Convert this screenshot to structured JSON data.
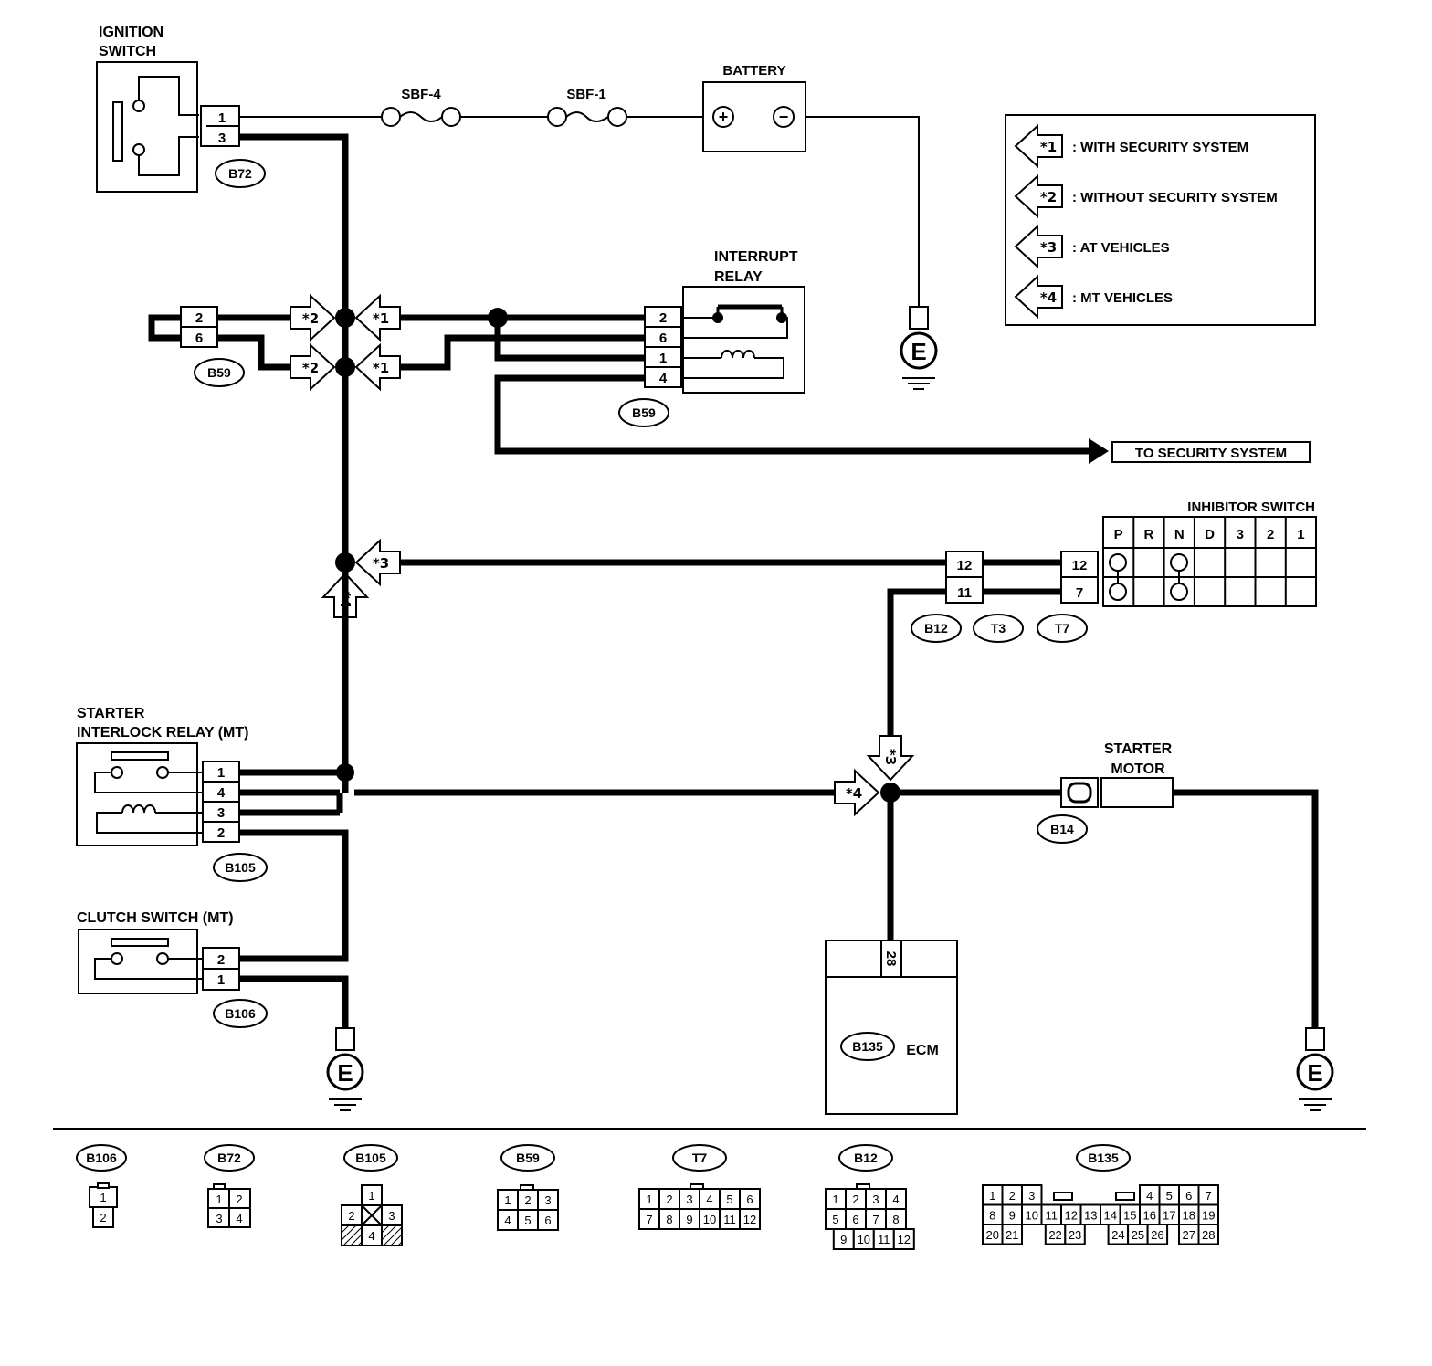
{
  "components": {
    "ignition_switch": "IGNITION\nSWITCH",
    "battery": "BATTERY",
    "interrupt_relay": "INTERRUPT\nRELAY",
    "inhibitor_switch": "INHIBITOR SWITCH",
    "starter_interlock_relay": "STARTER\nINTERLOCK RELAY (MT)",
    "clutch_switch": "CLUTCH SWITCH (MT)",
    "starter_motor": "STARTER\nMOTOR",
    "ecm": "ECM",
    "to_security": "TO SECURITY SYSTEM"
  },
  "fuses": {
    "sbf4": "SBF-4",
    "sbf1": "SBF-1"
  },
  "legend": [
    {
      "mark": "*1",
      "text": ": WITH SECURITY SYSTEM"
    },
    {
      "mark": "*2",
      "text": ": WITHOUT SECURITY SYSTEM"
    },
    {
      "mark": "*3",
      "text": ": AT VEHICLES"
    },
    {
      "mark": "*4",
      "text": ": MT VEHICLES"
    }
  ],
  "arrow_marks": {
    "m1": "*1",
    "m2": "*2",
    "m3": "*3",
    "m4": "*4"
  },
  "ground_label": "E",
  "battery_terms": {
    "pos": "+",
    "neg": "−"
  },
  "connectors": {
    "b72": "B72",
    "b59": "B59",
    "b12": "B12",
    "t3": "T3",
    "t7": "T7",
    "b105": "B105",
    "b106": "B106",
    "b14": "B14",
    "b135": "B135"
  },
  "pins": {
    "b72": [
      "1",
      "3"
    ],
    "b59_left": [
      "2",
      "6"
    ],
    "b59_right": [
      "2",
      "6",
      "1",
      "4"
    ],
    "b12": [
      "12",
      "11"
    ],
    "t7": [
      "12",
      "7"
    ],
    "b105": [
      "1",
      "4",
      "3",
      "2"
    ],
    "b106": [
      "2",
      "1"
    ],
    "ecm_pin": "28"
  },
  "inhibitor_positions": [
    "P",
    "R",
    "N",
    "D",
    "3",
    "2",
    "1"
  ],
  "connector_views": [
    {
      "id": "B106",
      "rows": [
        [
          "1"
        ],
        [
          "2"
        ]
      ]
    },
    {
      "id": "B72",
      "rows": [
        [
          "1",
          "2"
        ],
        [
          "3",
          "4"
        ]
      ]
    },
    {
      "id": "B105",
      "rows": [
        [
          "1"
        ],
        [
          "2",
          "3"
        ],
        [
          "4"
        ]
      ]
    },
    {
      "id": "B59",
      "rows": [
        [
          "1",
          "2",
          "3"
        ],
        [
          "4",
          "5",
          "6"
        ]
      ]
    },
    {
      "id": "T7",
      "rows": [
        [
          "1",
          "2",
          "3",
          "4",
          "5",
          "6"
        ],
        [
          "7",
          "8",
          "9",
          "10",
          "11",
          "12"
        ]
      ]
    },
    {
      "id": "B12",
      "rows": [
        [
          "1",
          "2",
          "3",
          "4"
        ],
        [
          "5",
          "6",
          "7",
          "8"
        ],
        [
          "9",
          "10",
          "11",
          "12"
        ]
      ]
    },
    {
      "id": "B135",
      "rows": [
        [
          "1",
          "2",
          "3",
          "4",
          "5",
          "6",
          "7"
        ],
        [
          "8",
          "9",
          "10",
          "11",
          "12",
          "13",
          "14",
          "15",
          "16",
          "17",
          "18",
          "19"
        ],
        [
          "20",
          "21",
          "22",
          "23",
          "24",
          "25",
          "26",
          "27",
          "28"
        ]
      ]
    }
  ]
}
